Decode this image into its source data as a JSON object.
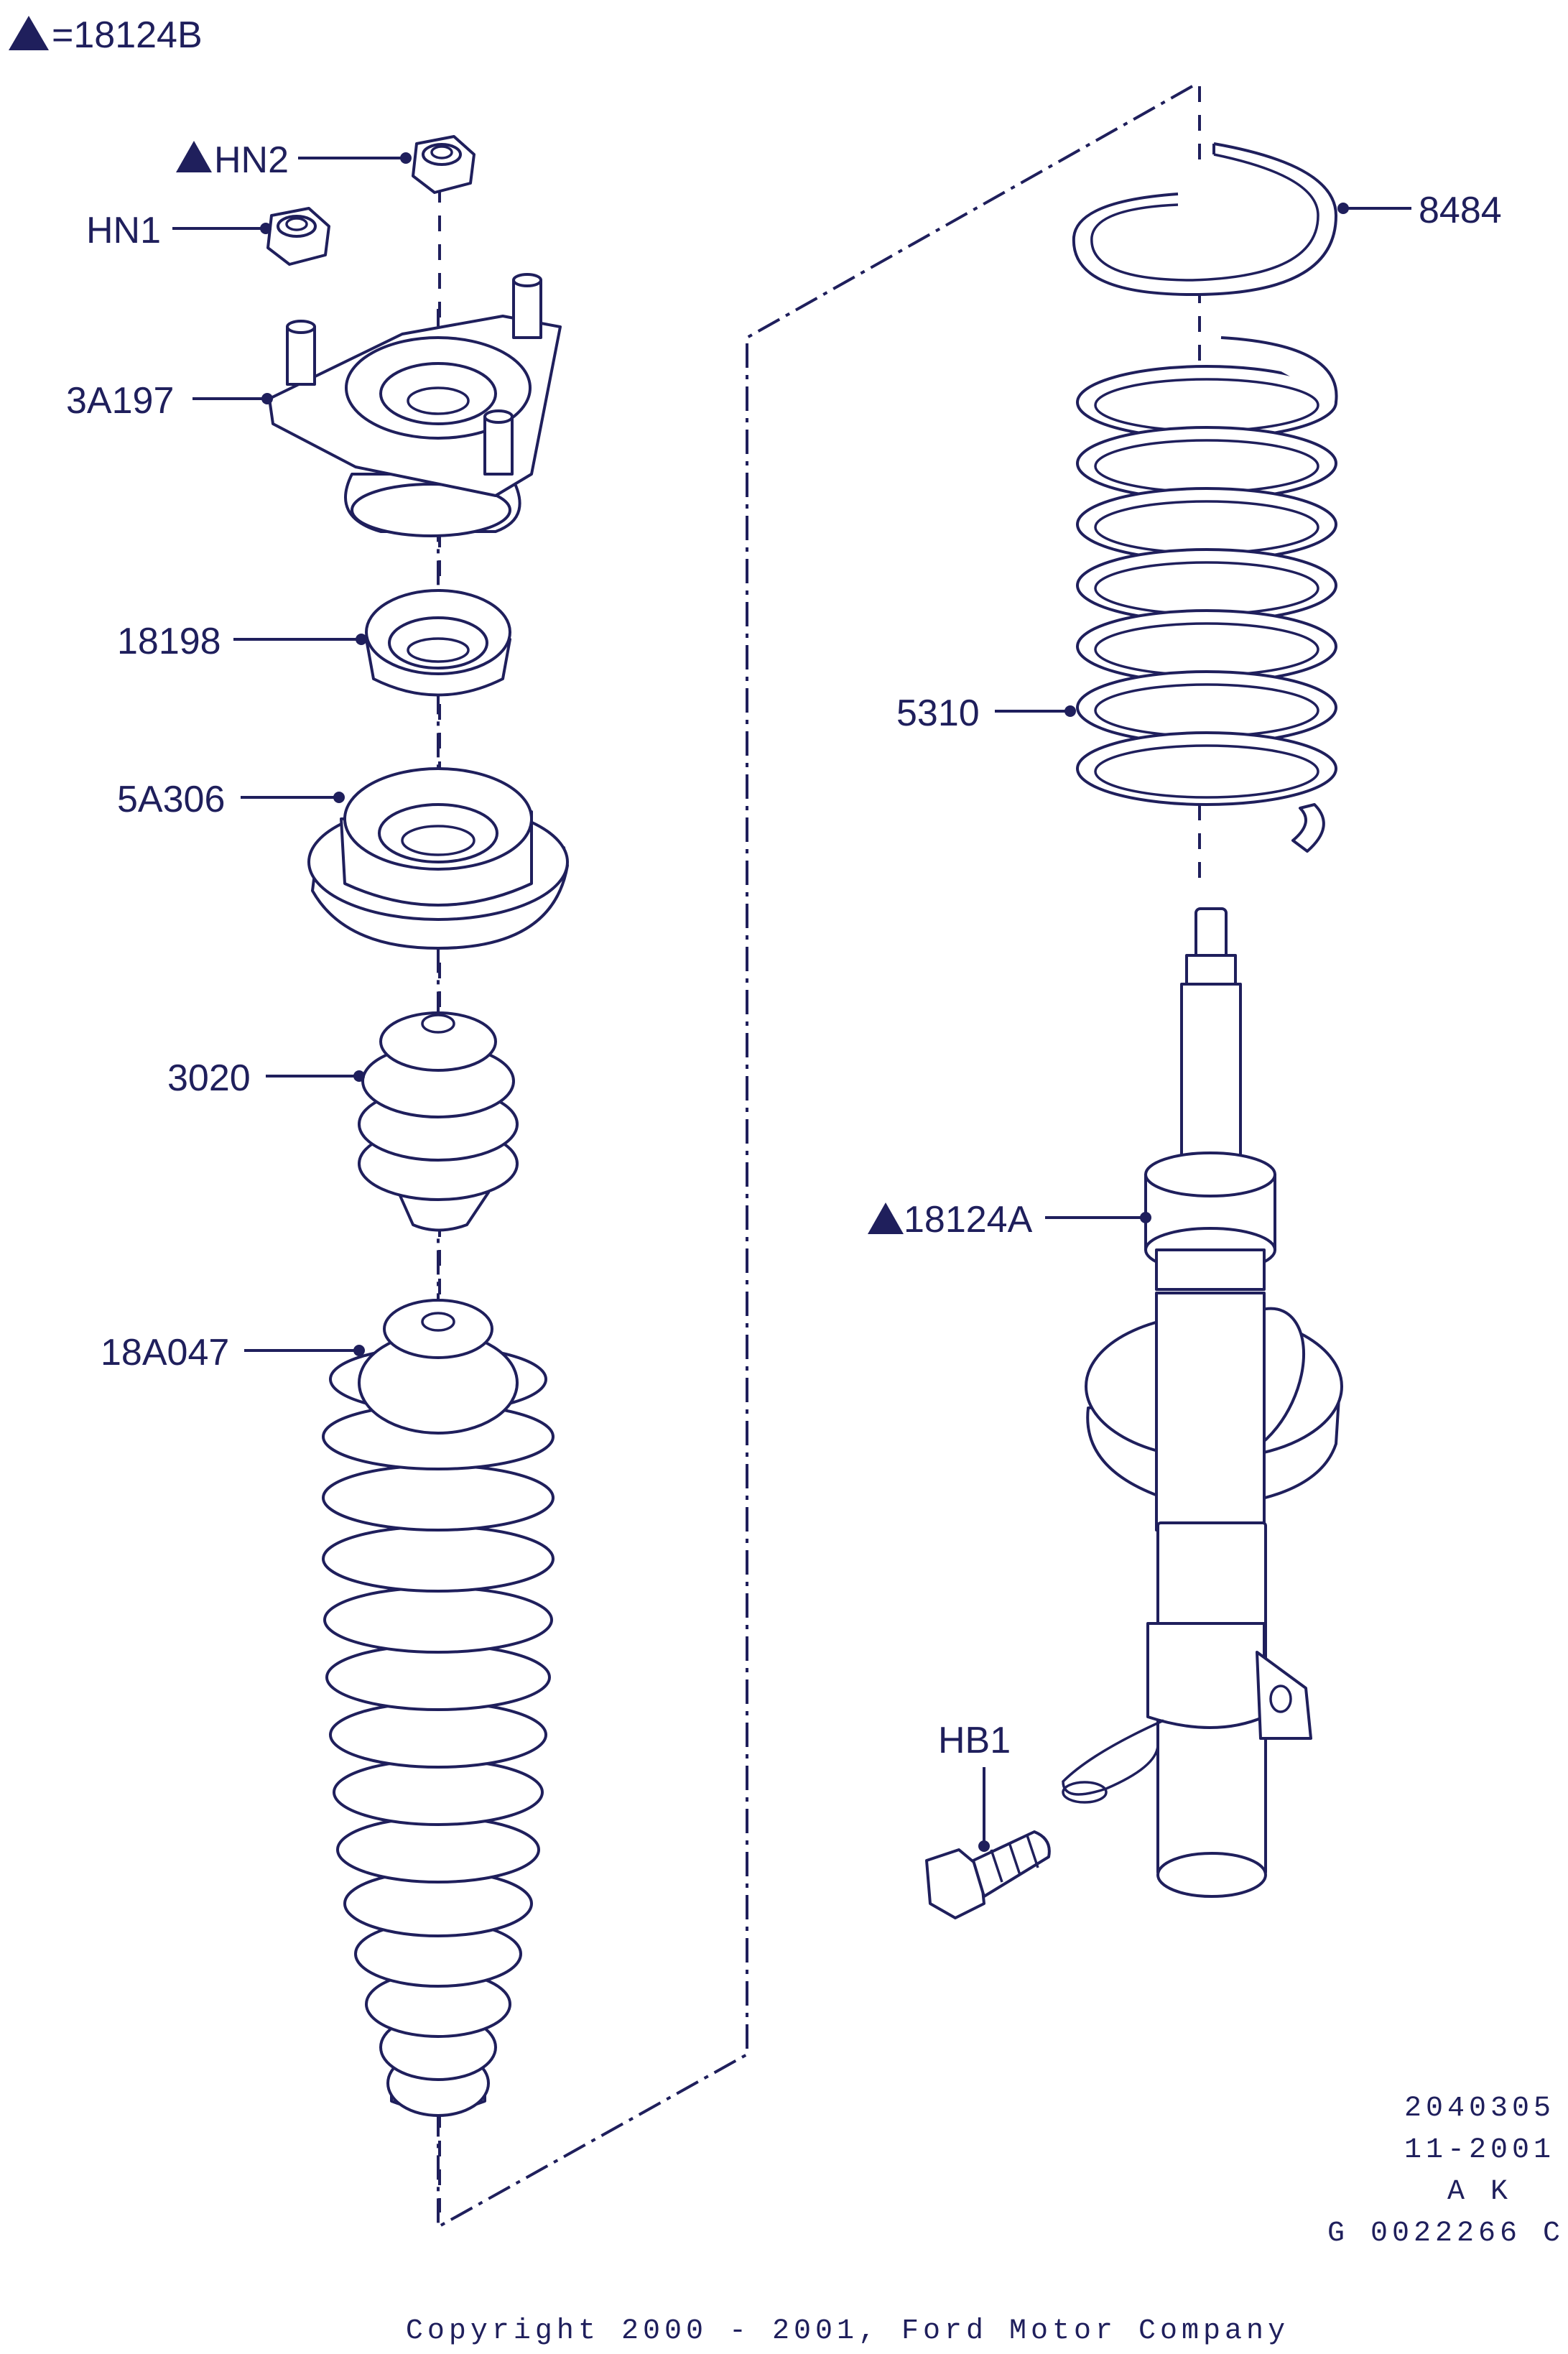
{
  "legend": {
    "symbol": "triangle-icon",
    "text": "=18124B"
  },
  "callouts": {
    "hn2": "HN2",
    "hn1": "HN1",
    "p3a197": "3A197",
    "p18198": "18198",
    "p5a306": "5A306",
    "p3020": "3020",
    "p18a047": "18A047",
    "p8484": "8484",
    "p5310": "5310",
    "p18124a": "18124A",
    "hb1": "HB1"
  },
  "meta": {
    "code": "2040305",
    "date": "11-2001",
    "initials": "A K",
    "ref": "G 0022266 C"
  },
  "copyright": "Copyright 2000 - 2001, Ford Motor Company",
  "colors": {
    "ink": "#1f1f5c",
    "background": "#ffffff"
  }
}
